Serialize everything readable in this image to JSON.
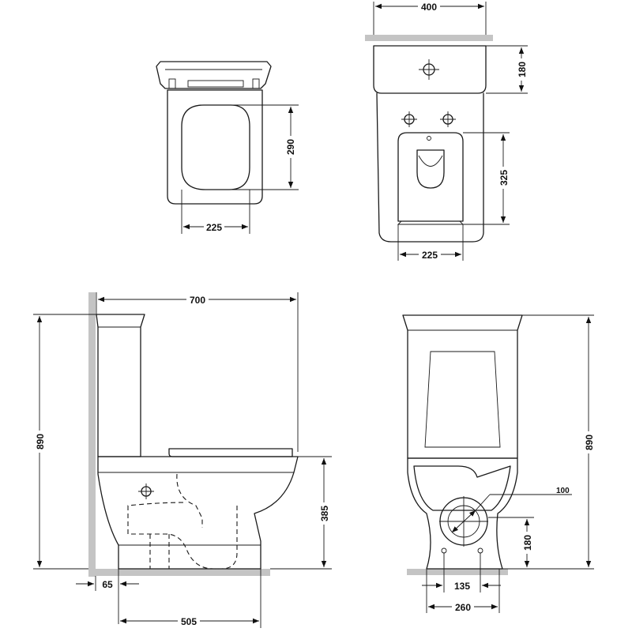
{
  "top_view": {
    "seat_inner_length": "290",
    "seat_inner_width": "225"
  },
  "back_view": {
    "width": "400",
    "tank_depth": "180",
    "outlet_height": "325",
    "outlet_width": "225"
  },
  "side_view": {
    "depth": "700",
    "height": "890",
    "seat_height": "385",
    "wall_to_outlet": "65",
    "wall_to_fixing": "505"
  },
  "front_view": {
    "height": "890",
    "outlet_diameter": "100",
    "outlet_center_height": "180",
    "fixing_spacing": "135",
    "base_width": "260"
  }
}
